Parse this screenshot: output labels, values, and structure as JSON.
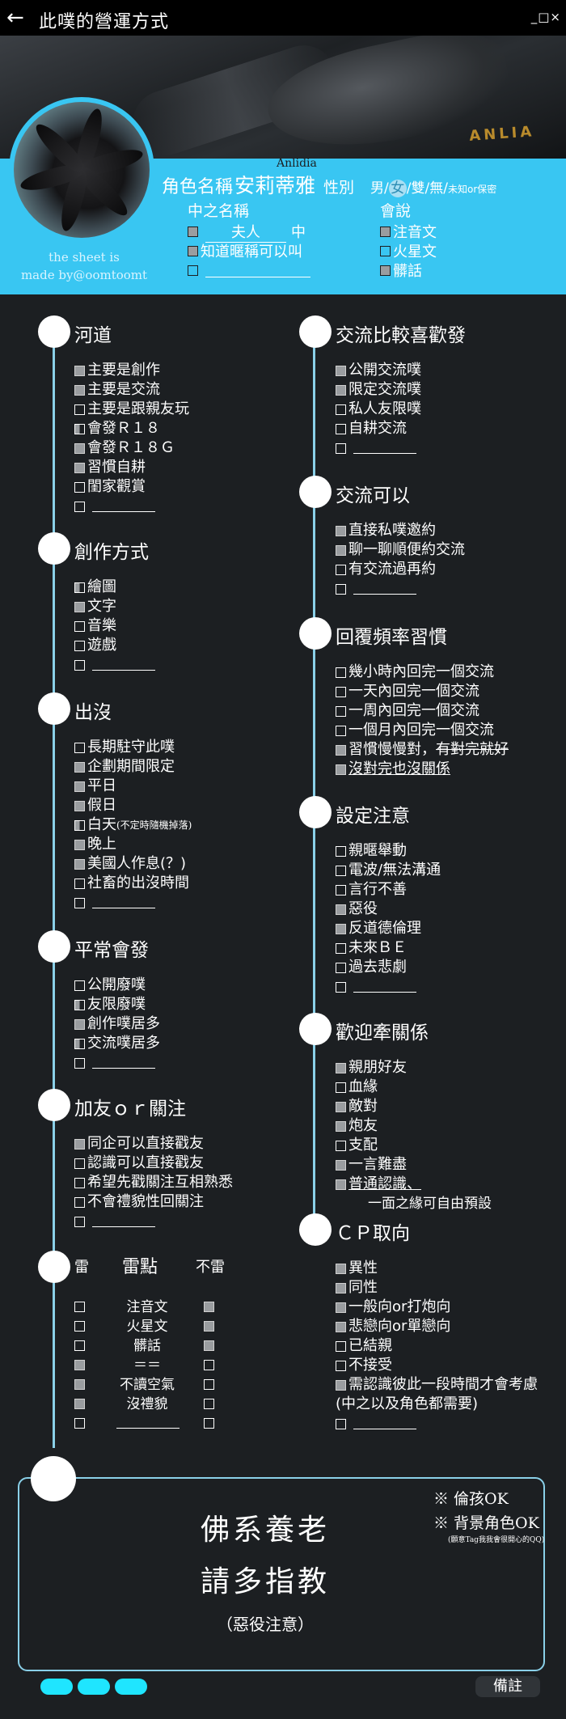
{
  "titlebar": {
    "back_icon": "←",
    "title": "此噗的營運方式",
    "controls": "_□×"
  },
  "header": {
    "gold_text": "ANLIA"
  },
  "profile": {
    "credit_line1": "the sheet is",
    "credit_line2": "made by@oomtoomt",
    "char_label": "角色名稱",
    "char_name": "安莉蒂雅",
    "char_romaji": "Anlidia",
    "gender_label": "性別",
    "gender_options": [
      "男",
      "女",
      "雙",
      "無",
      "未知or保密"
    ],
    "gender_selected": "女",
    "mid_title": "中之名稱",
    "mid_items": [
      {
        "checked": true,
        "text": "夫人",
        "suffix": "中"
      },
      {
        "checked": true,
        "text": "知道暱稱可以叫"
      },
      {
        "checked": false,
        "text": ""
      }
    ],
    "speak_title": "會說",
    "speak_items": [
      {
        "checked": true,
        "text": "注音文"
      },
      {
        "checked": false,
        "text": "火星文"
      },
      {
        "checked": true,
        "text": "髒話"
      }
    ]
  },
  "sections": {
    "river": {
      "title": "河道",
      "items": [
        {
          "state": "on",
          "text": "主要是創作"
        },
        {
          "state": "on",
          "text": "主要是交流"
        },
        {
          "state": "off",
          "text": "主要是跟親友玩"
        },
        {
          "state": "half",
          "text": "會發Ｒ１８"
        },
        {
          "state": "on",
          "text": "會發Ｒ１８Ｇ"
        },
        {
          "state": "on",
          "text": "習慣自耕"
        },
        {
          "state": "off",
          "text": "閨家觀賞"
        },
        {
          "state": "off",
          "text": "",
          "blank": true
        }
      ]
    },
    "create": {
      "title": "創作方式",
      "items": [
        {
          "state": "half",
          "text": "繪圖"
        },
        {
          "state": "on",
          "text": "文字"
        },
        {
          "state": "off",
          "text": "音樂"
        },
        {
          "state": "off",
          "text": "遊戲"
        },
        {
          "state": "off",
          "text": "",
          "blank": true
        }
      ]
    },
    "appear": {
      "title": "出沒",
      "items": [
        {
          "state": "off",
          "text": "長期駐守此噗"
        },
        {
          "state": "on",
          "text": "企劃期間限定"
        },
        {
          "state": "on",
          "text": "平日"
        },
        {
          "state": "on",
          "text": "假日"
        },
        {
          "state": "half",
          "text": "白天",
          "note": "(不定時隨機掉落)"
        },
        {
          "state": "on",
          "text": "晚上"
        },
        {
          "state": "on",
          "text": "美國人作息(？)"
        },
        {
          "state": "off",
          "text": "社畜的出沒時間"
        },
        {
          "state": "off",
          "text": "",
          "blank": true
        }
      ]
    },
    "usual": {
      "title": "平常會發",
      "items": [
        {
          "state": "off",
          "text": "公開廢噗"
        },
        {
          "state": "half",
          "text": "友限廢噗"
        },
        {
          "state": "on",
          "text": "創作噗居多"
        },
        {
          "state": "half",
          "text": "交流噗居多"
        },
        {
          "state": "off",
          "text": "",
          "blank": true
        }
      ]
    },
    "follow": {
      "title": "加友ｏｒ關注",
      "items": [
        {
          "state": "on",
          "text": "同企可以直接戳友"
        },
        {
          "state": "off",
          "text": "認識可以直接戳友"
        },
        {
          "state": "off",
          "text": "希望先戳關注互相熟悉"
        },
        {
          "state": "off",
          "text": "不會禮貌性回關注"
        },
        {
          "state": "off",
          "text": "",
          "blank": true
        }
      ]
    },
    "thunder": {
      "left_head": "雷",
      "mid_head": "雷點",
      "right_head": "不雷",
      "rows": [
        {
          "left": "off",
          "label": "注音文",
          "right": "on"
        },
        {
          "left": "off",
          "label": "火星文",
          "right": "on"
        },
        {
          "left": "off",
          "label": "髒話",
          "right": "on"
        },
        {
          "left": "on",
          "label": "＝＝",
          "right": "off"
        },
        {
          "left": "on",
          "label": "不讀空氣",
          "right": "off"
        },
        {
          "left": "on",
          "label": "沒禮貌",
          "right": "off"
        },
        {
          "left": "off",
          "label": "",
          "right": "off",
          "blank": true
        }
      ]
    },
    "exchange": {
      "title": "交流比較喜歡發",
      "items": [
        {
          "state": "on",
          "text": "公開交流噗"
        },
        {
          "state": "on",
          "text": "限定交流噗"
        },
        {
          "state": "off",
          "text": "私人友限噗"
        },
        {
          "state": "off",
          "text": "自耕交流"
        },
        {
          "state": "off",
          "text": "",
          "blank": true
        }
      ]
    },
    "exchange_ok": {
      "title": "交流可以",
      "items": [
        {
          "state": "on",
          "text": "直接私噗邀約"
        },
        {
          "state": "on",
          "text": "聊一聊順便約交流"
        },
        {
          "state": "off",
          "text": "有交流過再約"
        },
        {
          "state": "off",
          "text": "",
          "blank": true
        }
      ]
    },
    "reply": {
      "title": "回覆頻率習慣",
      "items": [
        {
          "state": "off",
          "text": "幾小時內回完一個交流"
        },
        {
          "state": "off",
          "text": "一天內回完一個交流"
        },
        {
          "state": "off",
          "text": "一周內回完一個交流"
        },
        {
          "state": "off",
          "text": "一個月內回完一個交流"
        },
        {
          "state": "on",
          "text": "習慣慢慢對，",
          "strike": "有對完就好"
        },
        {
          "state": "on",
          "text": "沒對完也沒關係",
          "serif": true
        }
      ]
    },
    "setting": {
      "title": "設定注意",
      "items": [
        {
          "state": "off",
          "text": "親暱舉動"
        },
        {
          "state": "off",
          "text": "電波/無法溝通"
        },
        {
          "state": "off",
          "text": "言行不善"
        },
        {
          "state": "on",
          "text": "惡役"
        },
        {
          "state": "on",
          "text": "反道德倫理"
        },
        {
          "state": "off",
          "text": "未來ＢＥ"
        },
        {
          "state": "off",
          "text": "過去悲劇"
        },
        {
          "state": "off",
          "text": "",
          "blank": true
        }
      ]
    },
    "relation": {
      "title": "歡迎牽關係",
      "items": [
        {
          "state": "on",
          "text": "親朋好友"
        },
        {
          "state": "off",
          "text": "血緣"
        },
        {
          "state": "on",
          "text": "敵對"
        },
        {
          "state": "on",
          "text": "炮友"
        },
        {
          "state": "off",
          "text": "支配"
        },
        {
          "state": "on",
          "text": "一言難盡"
        },
        {
          "state": "on",
          "text": "普通認識、",
          "serif": true,
          "subline": "一面之緣可自由預設"
        }
      ]
    },
    "cp": {
      "title": "ＣＰ取向",
      "items": [
        {
          "state": "on",
          "text": "異性"
        },
        {
          "state": "on",
          "text": "同性"
        },
        {
          "state": "on",
          "text": "一般向or打炮向"
        },
        {
          "state": "on",
          "text": "悲戀向or單戀向"
        },
        {
          "state": "off",
          "text": "已結親"
        },
        {
          "state": "off",
          "text": "不接受"
        },
        {
          "state": "on",
          "text": "需認識彼此一段時間才會考慮"
        },
        {
          "state": "none",
          "text": "(中之以及角色都需要)"
        },
        {
          "state": "off",
          "text": "",
          "blank": true
        }
      ]
    }
  },
  "footer": {
    "line1": "佛系養老",
    "line2": "請多指教",
    "line3": "（惡役注意）",
    "note1": "※ 倫孩OK",
    "note2": "※ 背景角色OK",
    "note_tiny": "(願意Tag我我會很開心的QQ)",
    "memo_button": "備註"
  },
  "colors": {
    "background": "#1c1f22",
    "accent_cyan": "#39c6f2",
    "pill_cyan": "#1fe5ff",
    "timeline": "#8ad0e8"
  }
}
